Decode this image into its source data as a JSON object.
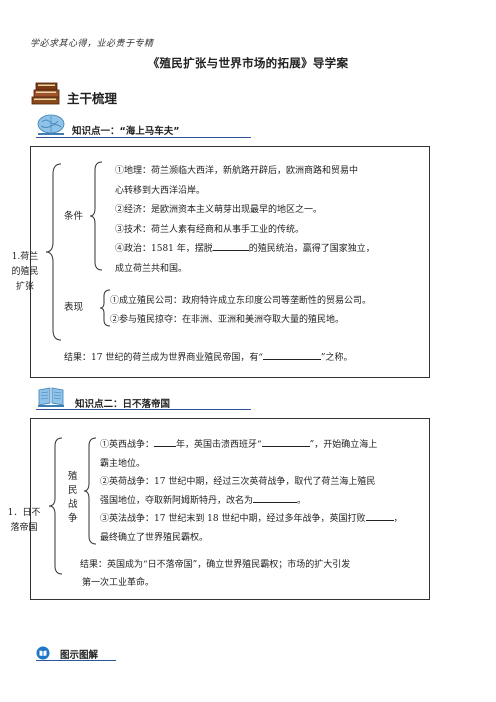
{
  "header": {
    "motto": "学必求其心得，业必贵于专精",
    "title": "《殖民扩张与世界市场的拓展》导学案"
  },
  "main_section": {
    "title": "主干梳理",
    "icon": "books-icon"
  },
  "kp1": {
    "label": "知识点一：“海上马车夫”",
    "topic": [
      "1.荷兰",
      "的殖民",
      "扩张"
    ],
    "cond_label": "条件",
    "cond": [
      "①地理：荷兰濒临大西洋，新航路开辟后，欧洲商路和贸易中",
      "心转移到大西洋沿岸。",
      "②经济：是欧洲资本主义萌芽出现最早的地区之一。",
      "③技术：荷兰人素有经商和从事手工业的传统。"
    ],
    "politics_pre": "④政治：1581 年，摆脱",
    "politics_post": "的殖民统治，赢得了国家独立，",
    "politics_line2": "成立荷兰共和国。",
    "perf_label": "表现",
    "perf": [
      "①成立殖民公司：政府特许成立东印度公司等垄断性的贸易公司。",
      "②参与殖民掠夺：在非洲、亚洲和美洲夺取大量的殖民地。"
    ],
    "result_pre": "结果：17 世纪的荷兰成为世界商业殖民帝国，有“",
    "result_post": "”之称。"
  },
  "kp2": {
    "label": "知识点二：日不落帝国",
    "topic": [
      "1．日不",
      "落帝国"
    ],
    "war_label": [
      "殖",
      "民",
      "战",
      "争"
    ],
    "l1_a": "①英西战争：",
    "l1_b": "年，英国击溃西班牙“",
    "l1_c": "”，开始确立海上",
    "l2": "霸主地位。",
    "l3": "②英荷战争：17 世纪中期，经过三次英荷战争，取代了荷兰海上殖民",
    "l4_a": "强国地位，夺取新阿姆斯特丹，改名为",
    "l4_b": "。",
    "l5_a": "③英法战争：17 世纪末到 18 世纪中期，经过多年战争，英国打败",
    "l5_b": "，",
    "l6": "最终确立了世界殖民霸权。",
    "result1": "结果：英国成为“日不落帝国”，确立世界殖民霸权；市场的扩大引发",
    "result2": "第一次工业革命。"
  },
  "diagram_section": {
    "label": "图示图解",
    "icon": "book-icon"
  },
  "colors": {
    "accent": "#2f5597",
    "icon_blue": "#1f77c8"
  }
}
